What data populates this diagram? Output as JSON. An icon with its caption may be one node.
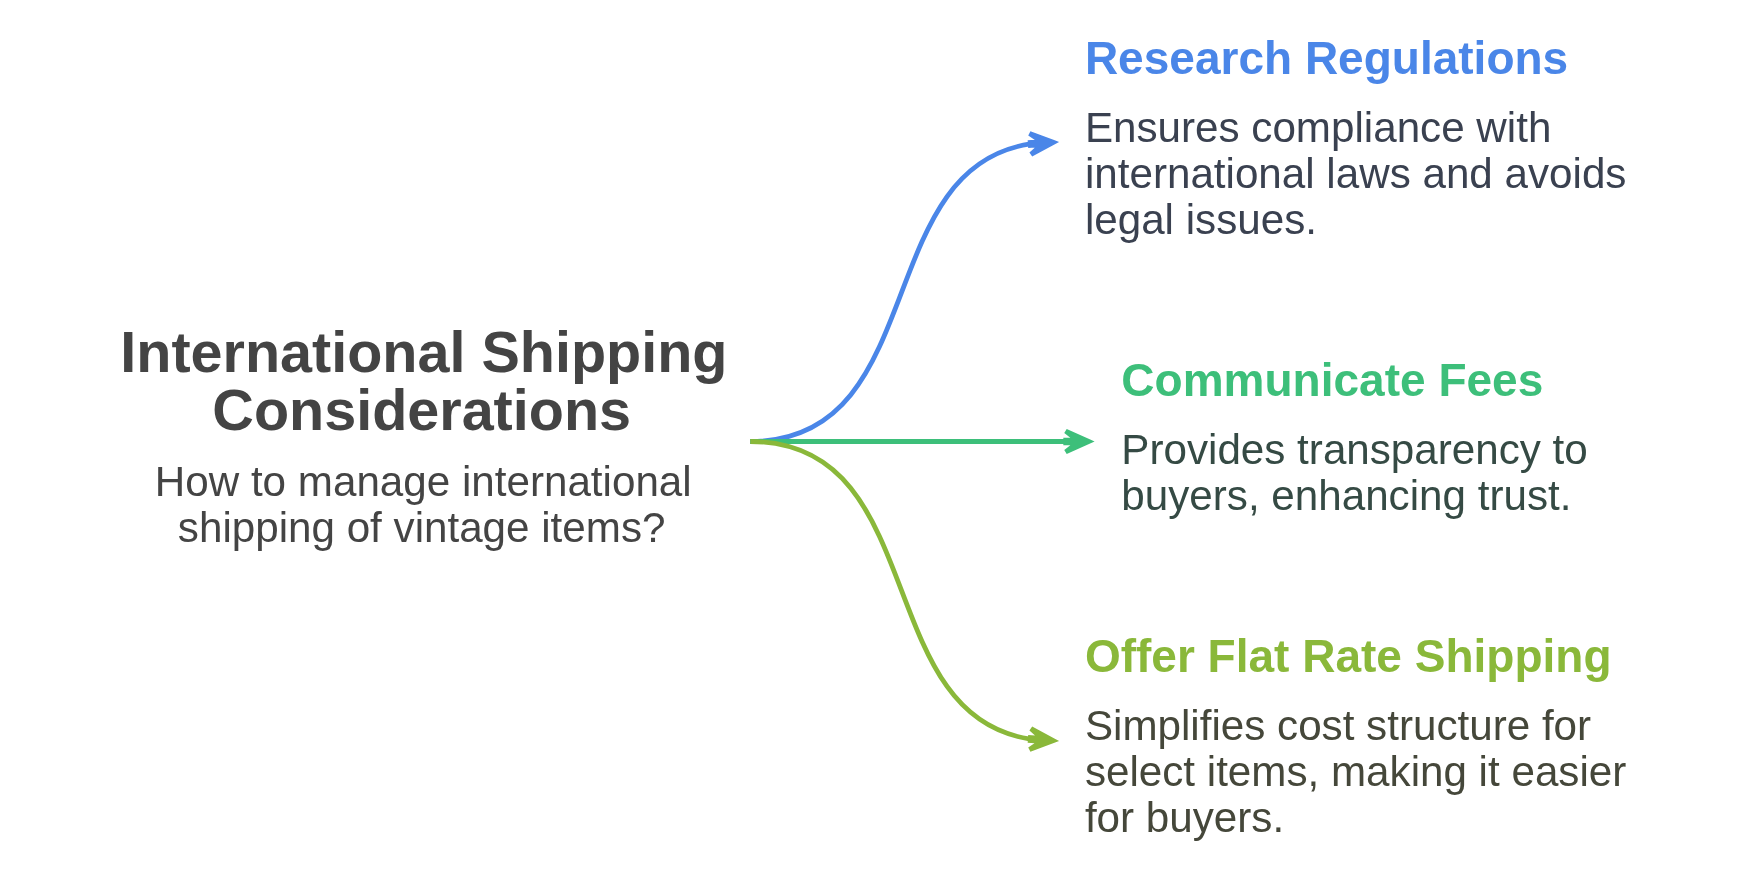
{
  "diagram": {
    "nodes": [
      {
        "text": [
          "International Shipping Considerations",
          "How to manage international shipping of vintage items?"
        ]
      },
      {
        "text": [
          "Research Regulations",
          "Ensures compliance with international laws and avoids legal issues."
        ]
      },
      {
        "text": [
          "Communicate Fees",
          "Provides transparency to buyers, enhancing trust."
        ]
      },
      {
        "text": [
          "Offer Flat Rate Shipping",
          "Simplifies cost structure for select items, making it easier for buyers."
        ]
      }
    ],
    "edges": [
      {
        "from": 0,
        "to": 1,
        "arrow": "to",
        "color": "#4a86e8"
      },
      {
        "from": 0,
        "to": 2,
        "arrow": "to",
        "color": "#3dbf7a"
      },
      {
        "from": 0,
        "to": 3,
        "arrow": "to",
        "color": "#8ab83a"
      }
    ]
  }
}
